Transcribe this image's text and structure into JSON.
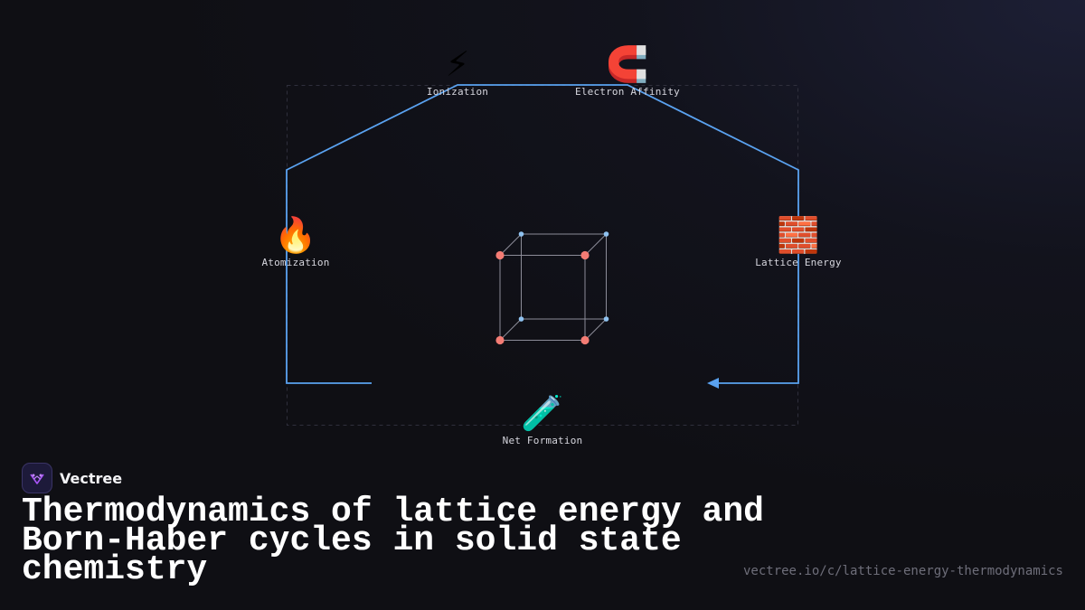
{
  "diagram": {
    "steps": [
      {
        "id": "atomization",
        "label": "Atomization",
        "icon": "fire-icon",
        "glyph": "🔥"
      },
      {
        "id": "ionization",
        "label": "Ionization",
        "icon": "lightning-icon",
        "glyph": "⚡"
      },
      {
        "id": "electron-affinity",
        "label": "Electron Affinity",
        "icon": "magnet-icon",
        "glyph": "🧲"
      },
      {
        "id": "lattice-energy",
        "label": "Lattice Energy",
        "icon": "brick-icon",
        "glyph": "🧱"
      },
      {
        "id": "net-formation",
        "label": "Net Formation",
        "icon": "test-tube-icon",
        "glyph": "🧪"
      }
    ],
    "colors": {
      "cycle_path": "#5aa2f0",
      "frame": "#3a3a48",
      "cube_edges": "#8c8c98",
      "cation": "#f47c74",
      "anion": "#8fc2f0"
    }
  },
  "brand": {
    "name": "Vectree",
    "logo_icon": "vectree-logo-icon",
    "accent": "#a855f7"
  },
  "title": "Thermodynamics of lattice energy and Born-Haber cycles in solid state chemistry",
  "url": "vectree.io/c/lattice-energy-thermodynamics"
}
